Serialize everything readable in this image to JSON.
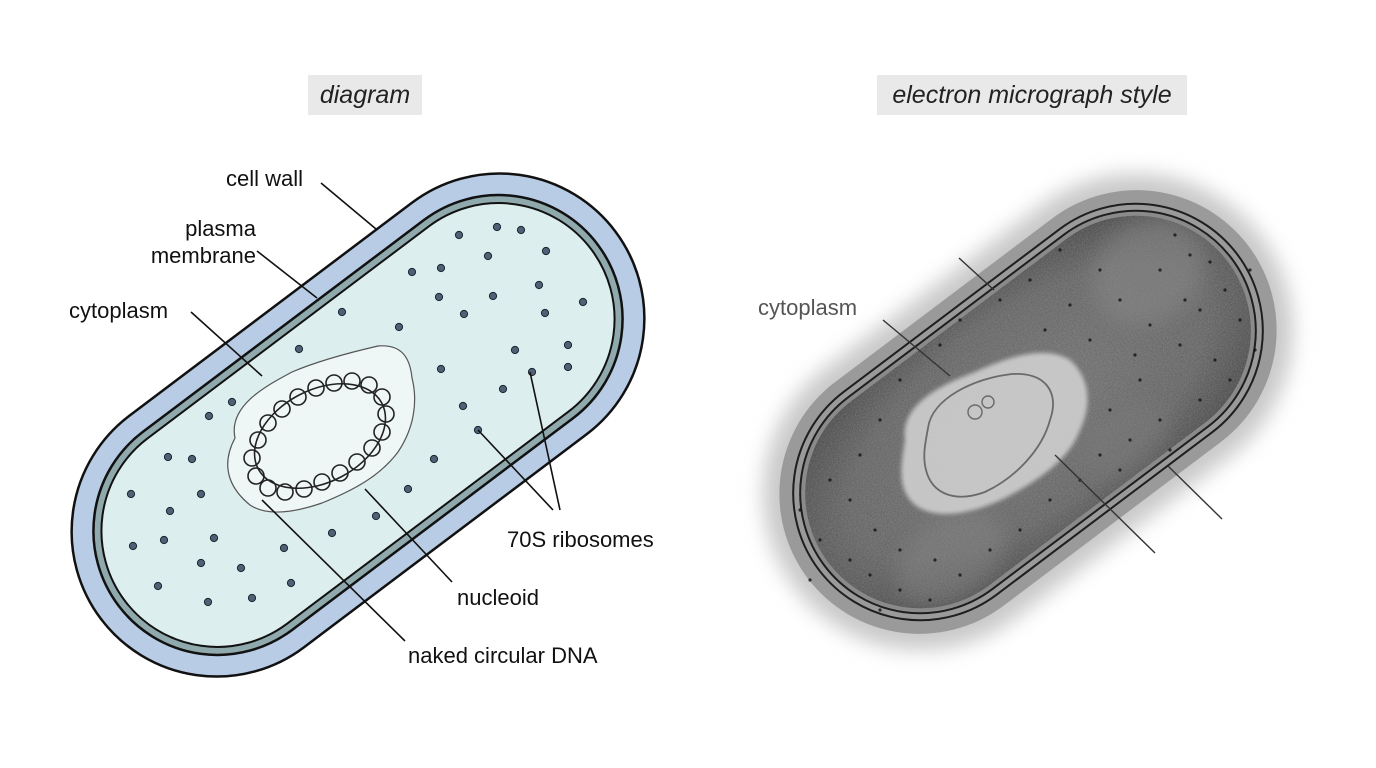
{
  "panels": {
    "left": {
      "title": "diagram"
    },
    "right": {
      "title": "electron micrograph style"
    }
  },
  "labels": {
    "cell_wall": "cell wall",
    "plasma_line1": "plasma",
    "plasma_line2": "membrane",
    "cytoplasm": "cytoplasm",
    "ribosomes": "70S ribosomes",
    "nucleoid": "nucleoid",
    "dna": "naked circular DNA",
    "cytoplasm_em": "cytoplasm"
  },
  "colors": {
    "cell_wall": "#b8cce6",
    "plasma_membrane": "#8fa9ac",
    "cytoplasm": "#dceeed",
    "nucleoid": "#eef7f6",
    "ribosome": "#4f6275",
    "outline": "#111111"
  }
}
